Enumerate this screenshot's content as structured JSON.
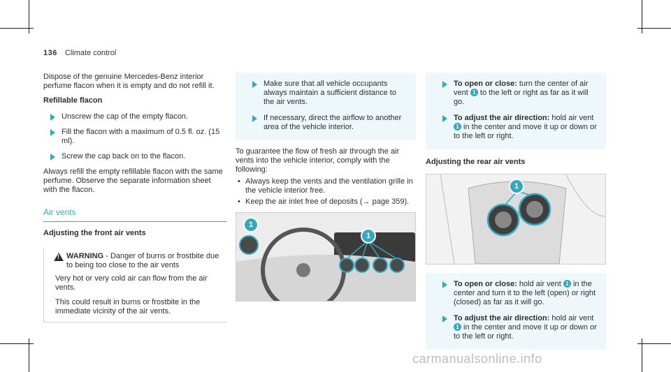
{
  "header": {
    "page_number": "136",
    "chapter": "Climate control"
  },
  "col1": {
    "intro": "Dispose of the genuine Mercedes-Benz interior perfume flacon when it is empty and do not refill it.",
    "refill_title": "Refillable flacon",
    "steps": [
      "Unscrew the cap of the empty flacon.",
      "Fill the flacon with a maximum of 0.5 fl. oz. (15 ml).",
      "Screw the cap back on to the flacon."
    ],
    "after": "Always refill the empty refillable flacon with the same perfume. Observe the separate information sheet with the flacon.",
    "section_title": "Air vents",
    "subhead": "Adjusting the front air vents",
    "warning_label": "WARNING",
    "warning_text": " - Danger of burns or frostbite due to being too close to the air vents",
    "warning_p1": "Very hot or very cold air can flow from the air vents.",
    "warning_p2": "This could result in burns or frostbite in the immediate vicinity of the air vents."
  },
  "col2": {
    "note_steps": [
      "Make sure that all vehicle occupants always maintain a sufficient distance to the air vents.",
      "If necessary, direct the airflow to another area of the vehicle interior."
    ],
    "para": "To guarantee the flow of fresh air through the air vents into the vehicle interior, comply with the following:",
    "bullets": [
      "Always keep the vents and the ventilation grille in the vehicle interior free.",
      "Keep the air inlet free of deposits (→ page 359)."
    ],
    "callout": "1"
  },
  "col3": {
    "front_steps": [
      {
        "bold": "To open or close:",
        "pre": " turn the center of air vent ",
        "post": " to the left or right as far as it will go."
      },
      {
        "bold": "To adjust the air direction:",
        "pre": " hold air vent ",
        "post": " in the center and move it up or down or to the left or right."
      }
    ],
    "rear_title": "Adjusting the rear air vents",
    "rear_steps": [
      {
        "bold": "To open or close:",
        "pre": " hold air vent ",
        "post": " in the center and turn it to the left (open) or right (closed) as far as it will go."
      },
      {
        "bold": "To adjust the air direction:",
        "pre": " hold air vent ",
        "post": " in the center and move it up or down or to the left or right."
      }
    ],
    "badge": "1"
  },
  "watermark": "carmanualsonline.info",
  "colors": {
    "accent": "#35a8bd",
    "note_bg": "#eef7f9"
  }
}
